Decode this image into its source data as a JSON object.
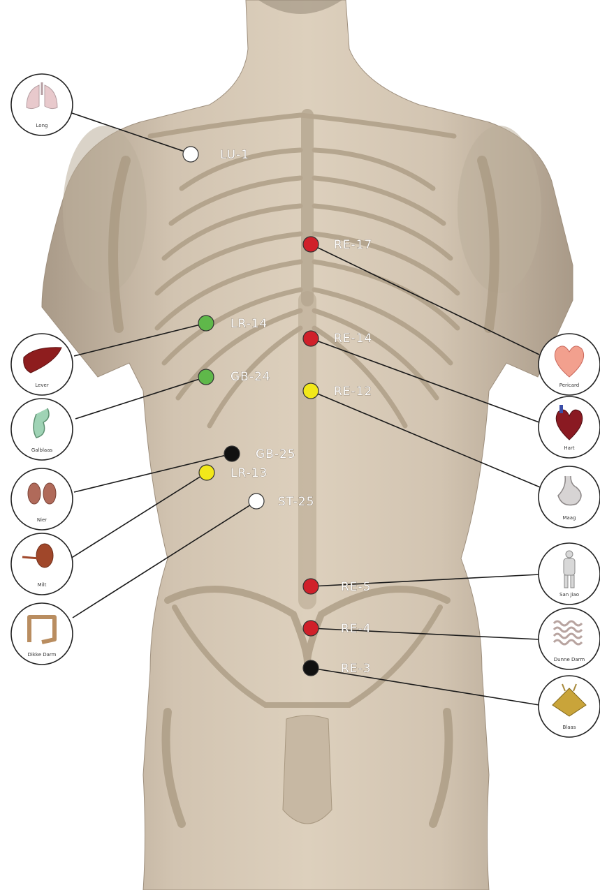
{
  "points": [
    {
      "id": "lu1",
      "label": "LU-1",
      "color": "#ffffff"
    },
    {
      "id": "re17",
      "label": "RE-17",
      "color": "#d0202a"
    },
    {
      "id": "lr14",
      "label": "LR-14",
      "color": "#5fb84a"
    },
    {
      "id": "re14",
      "label": "RE-14",
      "color": "#d0202a"
    },
    {
      "id": "gb24",
      "label": "GB-24",
      "color": "#5fb84a"
    },
    {
      "id": "re12",
      "label": "RE-12",
      "color": "#f2e81a"
    },
    {
      "id": "gb25",
      "label": "GB-25",
      "color": "#111111"
    },
    {
      "id": "lr13",
      "label": "LR-13",
      "color": "#f2e81a"
    },
    {
      "id": "st25",
      "label": "ST-25",
      "color": "#ffffff"
    },
    {
      "id": "re5",
      "label": "RE-5",
      "color": "#d0202a"
    },
    {
      "id": "re4",
      "label": "RE-4",
      "color": "#d0202a"
    },
    {
      "id": "re3",
      "label": "RE-3",
      "color": "#111111"
    }
  ],
  "organs": [
    {
      "id": "long",
      "label": "Long",
      "icon": "lungs-icon"
    },
    {
      "id": "lever",
      "label": "Lever",
      "icon": "liver-icon"
    },
    {
      "id": "galblaas",
      "label": "Galblaas",
      "icon": "gallbladder-icon"
    },
    {
      "id": "nier",
      "label": "Nier",
      "icon": "kidneys-icon"
    },
    {
      "id": "milt",
      "label": "Milt",
      "icon": "spleen-icon"
    },
    {
      "id": "dikke-darm",
      "label": "Dikke Darm",
      "icon": "large-intestine-icon"
    },
    {
      "id": "pericard",
      "label": "Pericard",
      "icon": "pericardium-icon"
    },
    {
      "id": "hart",
      "label": "Hart",
      "icon": "heart-icon"
    },
    {
      "id": "maag",
      "label": "Maag",
      "icon": "stomach-icon"
    },
    {
      "id": "san-jiao",
      "label": "San Jiao",
      "icon": "body-figure-icon"
    },
    {
      "id": "dunne-darm",
      "label": "Dunne Darm",
      "icon": "small-intestine-icon"
    },
    {
      "id": "blaas",
      "label": "Blaas",
      "icon": "bladder-icon"
    }
  ]
}
